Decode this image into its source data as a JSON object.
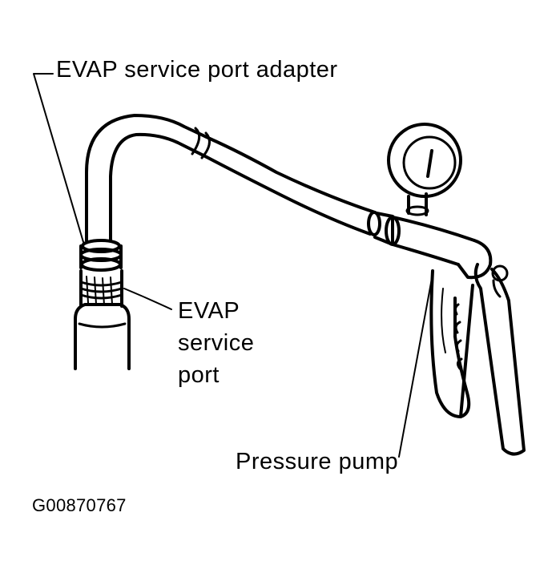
{
  "labels": {
    "adapter": "EVAP service port adapter",
    "service_port_line1": "EVAP",
    "service_port_line2": "service",
    "service_port_line3": "port",
    "pressure_pump": "Pressure pump",
    "figure_code": "G00870767"
  }
}
